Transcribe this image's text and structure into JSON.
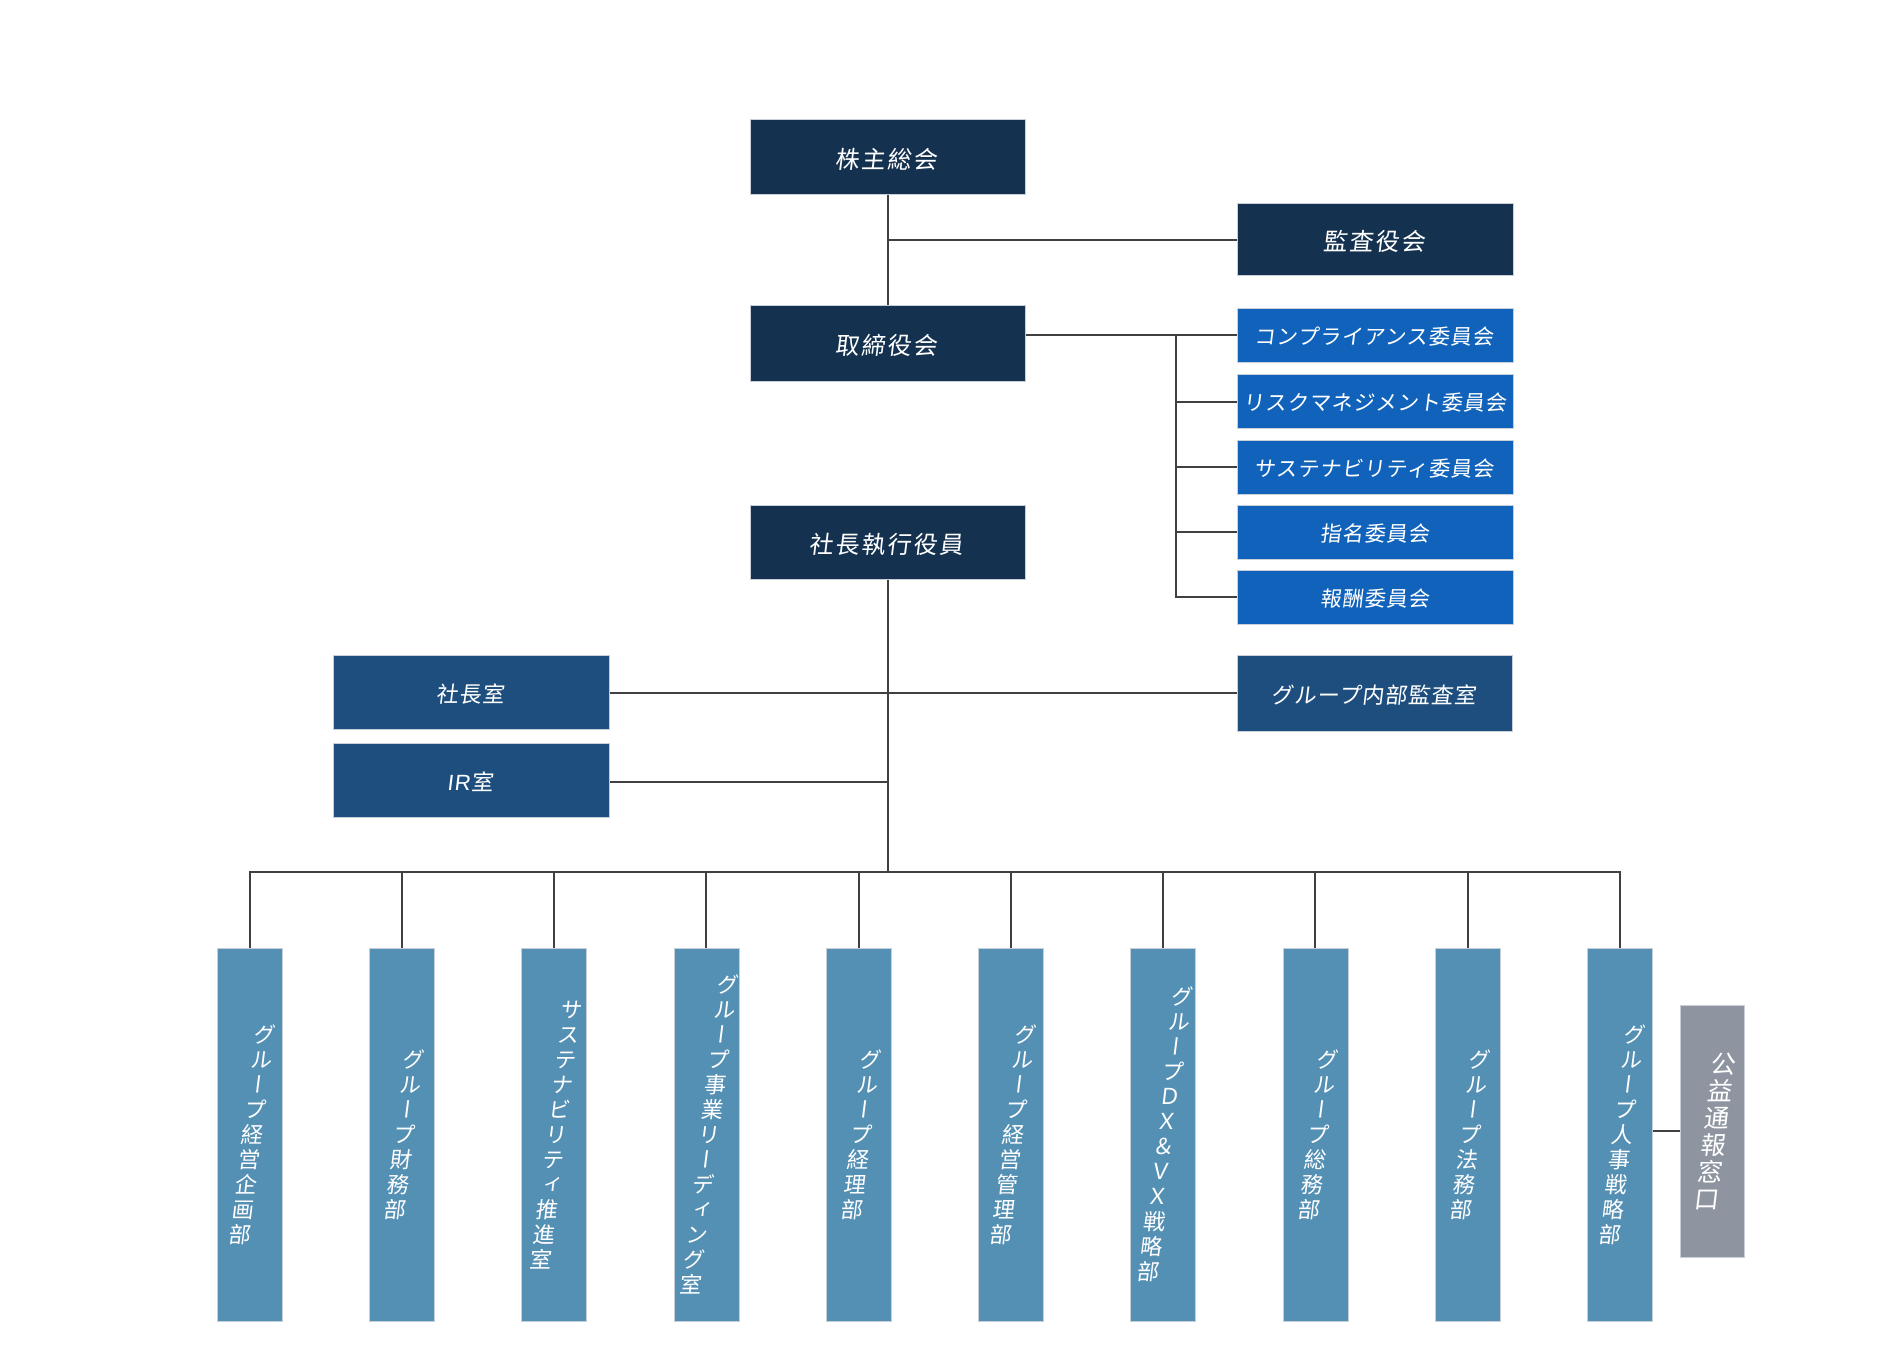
{
  "org": {
    "shareholders_meeting": "株主総会",
    "audit_supervisory_board": "監査役会",
    "board_of_directors": "取締役会",
    "committees": [
      "コンプライアンス委員会",
      "リスクマネジメント委員会",
      "サステナビリティ委員会",
      "指名委員会",
      "報酬委員会"
    ],
    "president_executive_officer": "社長執行役員",
    "presidents_office": "社長室",
    "ir_office": "IR室",
    "group_internal_audit_office": "グループ内部監査室",
    "departments": [
      "グループ経営企画部",
      "グループ財務部",
      "サステナビリティ推進室",
      "グループ事業リーディング室",
      "グループ経理部",
      "グループ経営管理部",
      "グループＤＸ＆ＶＸ戦略部",
      "グループ総務部",
      "グループ法務部",
      "グループ人事戦略部"
    ],
    "whistleblowing_contact": "公益通報窓口"
  },
  "colors": {
    "dark_navy": "#14314f",
    "committee_blue": "#1062ba",
    "medium_blue": "#1e4e7d",
    "steel_blue": "#548fb4",
    "gray": "#8e95a1",
    "line": "#404040",
    "text": "#ffffff",
    "background": "#ffffff"
  }
}
